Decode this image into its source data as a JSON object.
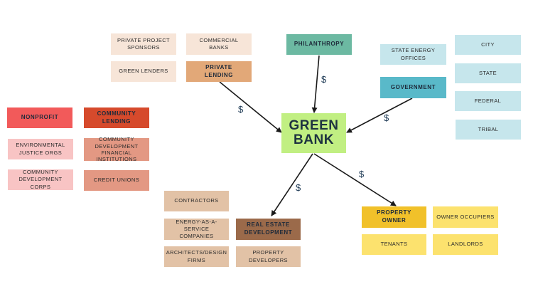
{
  "center": {
    "line1": "GREEN",
    "line2": "BANK"
  },
  "philanthropy": {
    "header": "PHILANTHROPY"
  },
  "private_lending": {
    "header_line1": "PRIVATE",
    "header_line2": "LENDING",
    "items": {
      "project_sponsors_1": "PRIVATE PROJECT",
      "project_sponsors_2": "SPONSORS",
      "commercial_banks": "COMMERCIAL BANKS",
      "green_lenders": "GREEN LENDERS"
    }
  },
  "government": {
    "header": "GOVERNMENT",
    "items": {
      "state_energy": "STATE ENERGY OFFICES",
      "city": "CITY",
      "state": "STATE",
      "federal": "FEDERAL",
      "tribal": "TRIBAL"
    }
  },
  "nonprofit": {
    "header": "NONPROFIT",
    "items": {
      "ej_1": "ENVIRONMENTAL",
      "ej_2": "JUSTICE ORGS",
      "cdc_1": "COMMUNITY",
      "cdc_2": "DEVELOPMENT CORPS"
    }
  },
  "community_lending": {
    "header_line1": "COMMUNITY",
    "header_line2": "LENDING",
    "items": {
      "cdfi_1": "COMMUNITY",
      "cdfi_2": "DEVELOPMENT",
      "cdfi_3": "FINANCIAL INSTITUTIONS",
      "credit_unions": "CREDIT UNIONS"
    }
  },
  "real_estate": {
    "header_line1": "REAL ESTATE",
    "header_line2": "DEVELOPMENT",
    "items": {
      "contractors": "CONTRACTORS",
      "eaas_1": "ENERGY-AS-A-SERVICE",
      "eaas_2": "COMPANIES",
      "arch_1": "ARCHITECTS/DESIGN",
      "arch_2": "FIRMS",
      "developers": "PROPERTY DEVELOPERS"
    }
  },
  "property_owner": {
    "header_line1": "PROPERTY",
    "header_line2": "OWNER",
    "items": {
      "owner_occupiers": "OWNER OCCUPIERS",
      "tenants": "TENANTS",
      "landlords": "LANDLORDS"
    }
  },
  "flows": {
    "dollar": "$"
  },
  "colors": {
    "green_bank": "#c1ef82",
    "philanthropy": "#6cb9a2",
    "private_lending_header": "#e2a878",
    "private_lending_item": "#f7e5d8",
    "government_header": "#59b9c9",
    "government_item": "#c6e6ec",
    "nonprofit_header": "#f25a5a",
    "nonprofit_item": "#f8c4c4",
    "community_lending_header": "#d64a2c",
    "community_lending_item": "#e39883",
    "real_estate_header": "#9b6a4a",
    "real_estate_item": "#e2c2a6",
    "property_owner_header": "#f1c12a",
    "property_owner_item": "#fce26e",
    "arrow": "#1a1a1a"
  }
}
